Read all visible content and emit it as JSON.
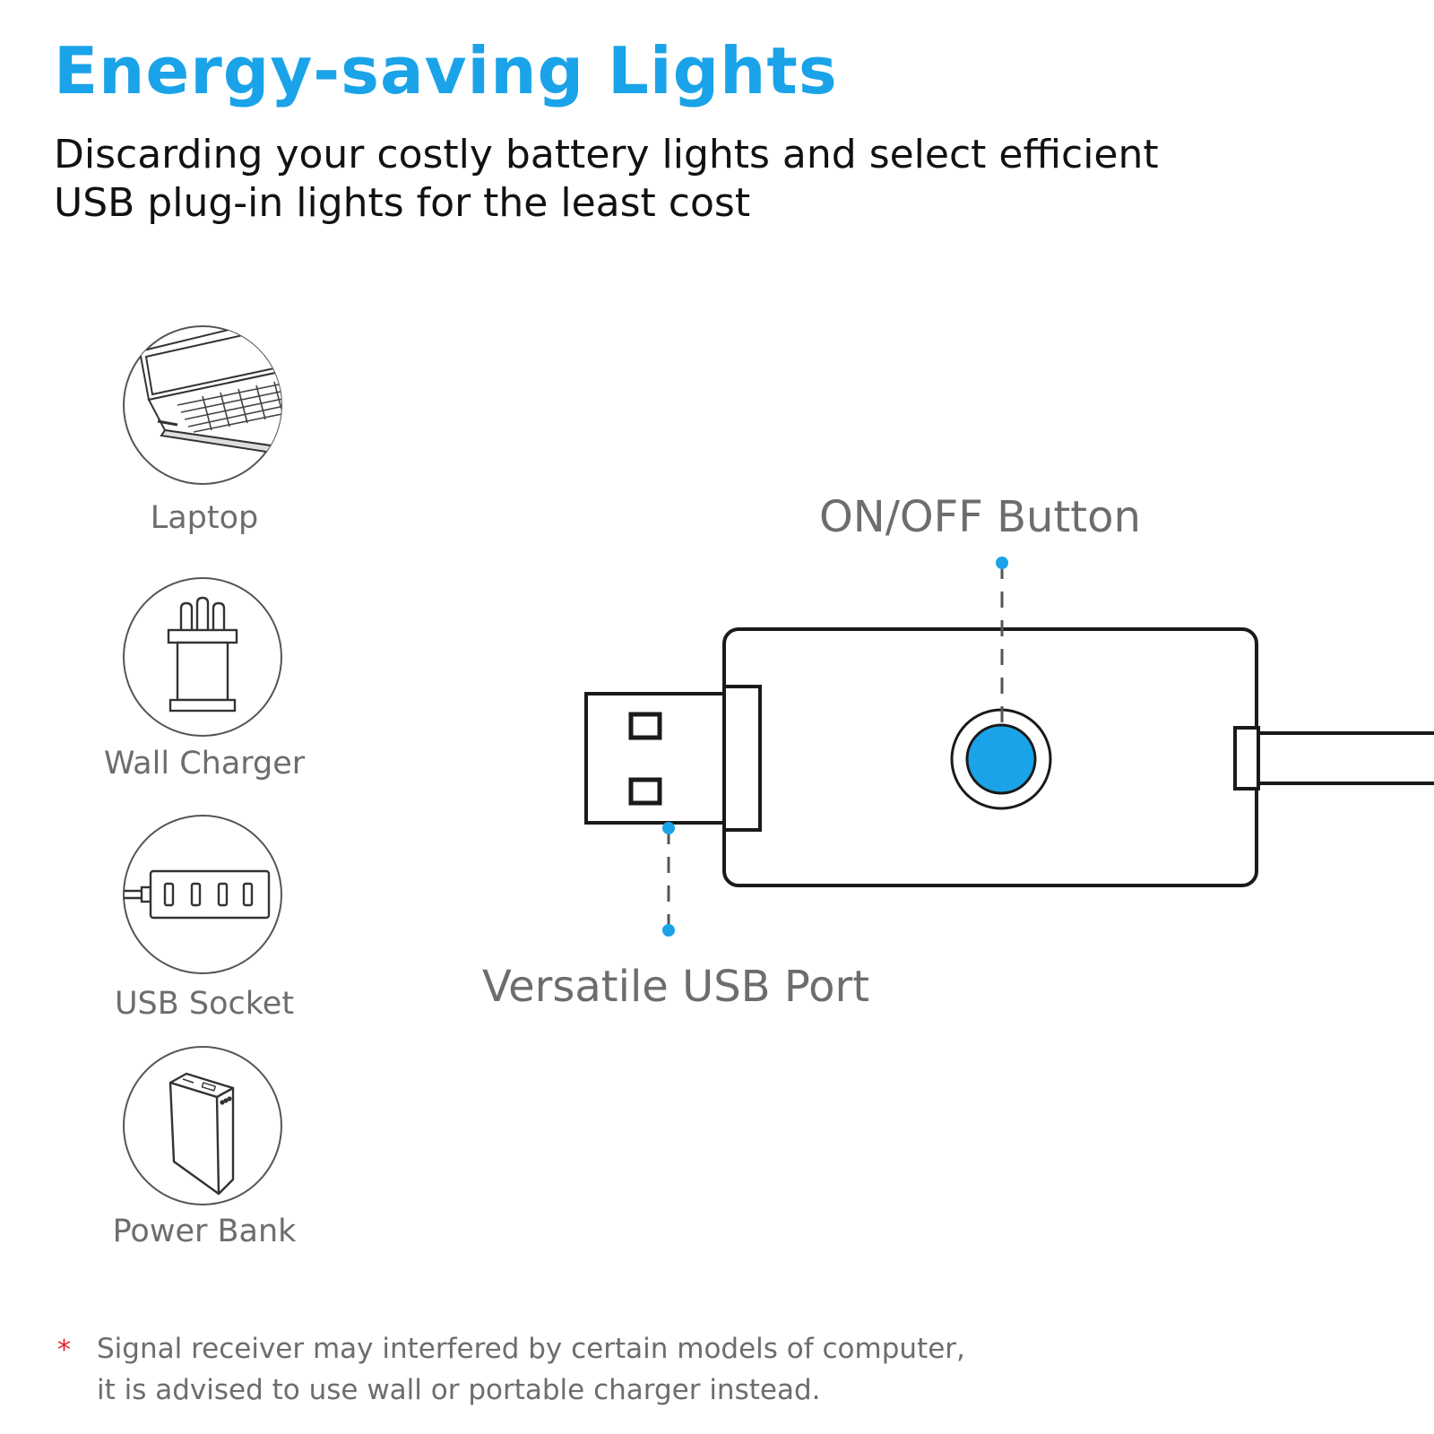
{
  "colors": {
    "accent": "#1aa3e8",
    "text_dark": "#111111",
    "text_grey": "#6d6d6d",
    "warning": "#e0232e",
    "line": "#1a1a1a"
  },
  "header": {
    "title": "Energy-saving Lights",
    "subtitle_lines": [
      "Discarding your costly battery lights and select efficient",
      "USB plug-in lights for the least cost"
    ]
  },
  "power_sources": [
    {
      "label": "Laptop",
      "icon": "laptop-icon"
    },
    {
      "label": "Wall Charger",
      "icon": "wall-charger-icon"
    },
    {
      "label": "USB Socket",
      "icon": "usb-hub-icon"
    },
    {
      "label": "Power Bank",
      "icon": "power-bank-icon"
    }
  ],
  "diagram": {
    "on_off_label": "ON/OFF Button",
    "usb_port_label": "Versatile USB Port"
  },
  "note": {
    "symbol": "*",
    "lines": [
      "Signal receiver may interfered by certain models of computer,",
      "it is advised to use wall or portable charger instead."
    ]
  }
}
